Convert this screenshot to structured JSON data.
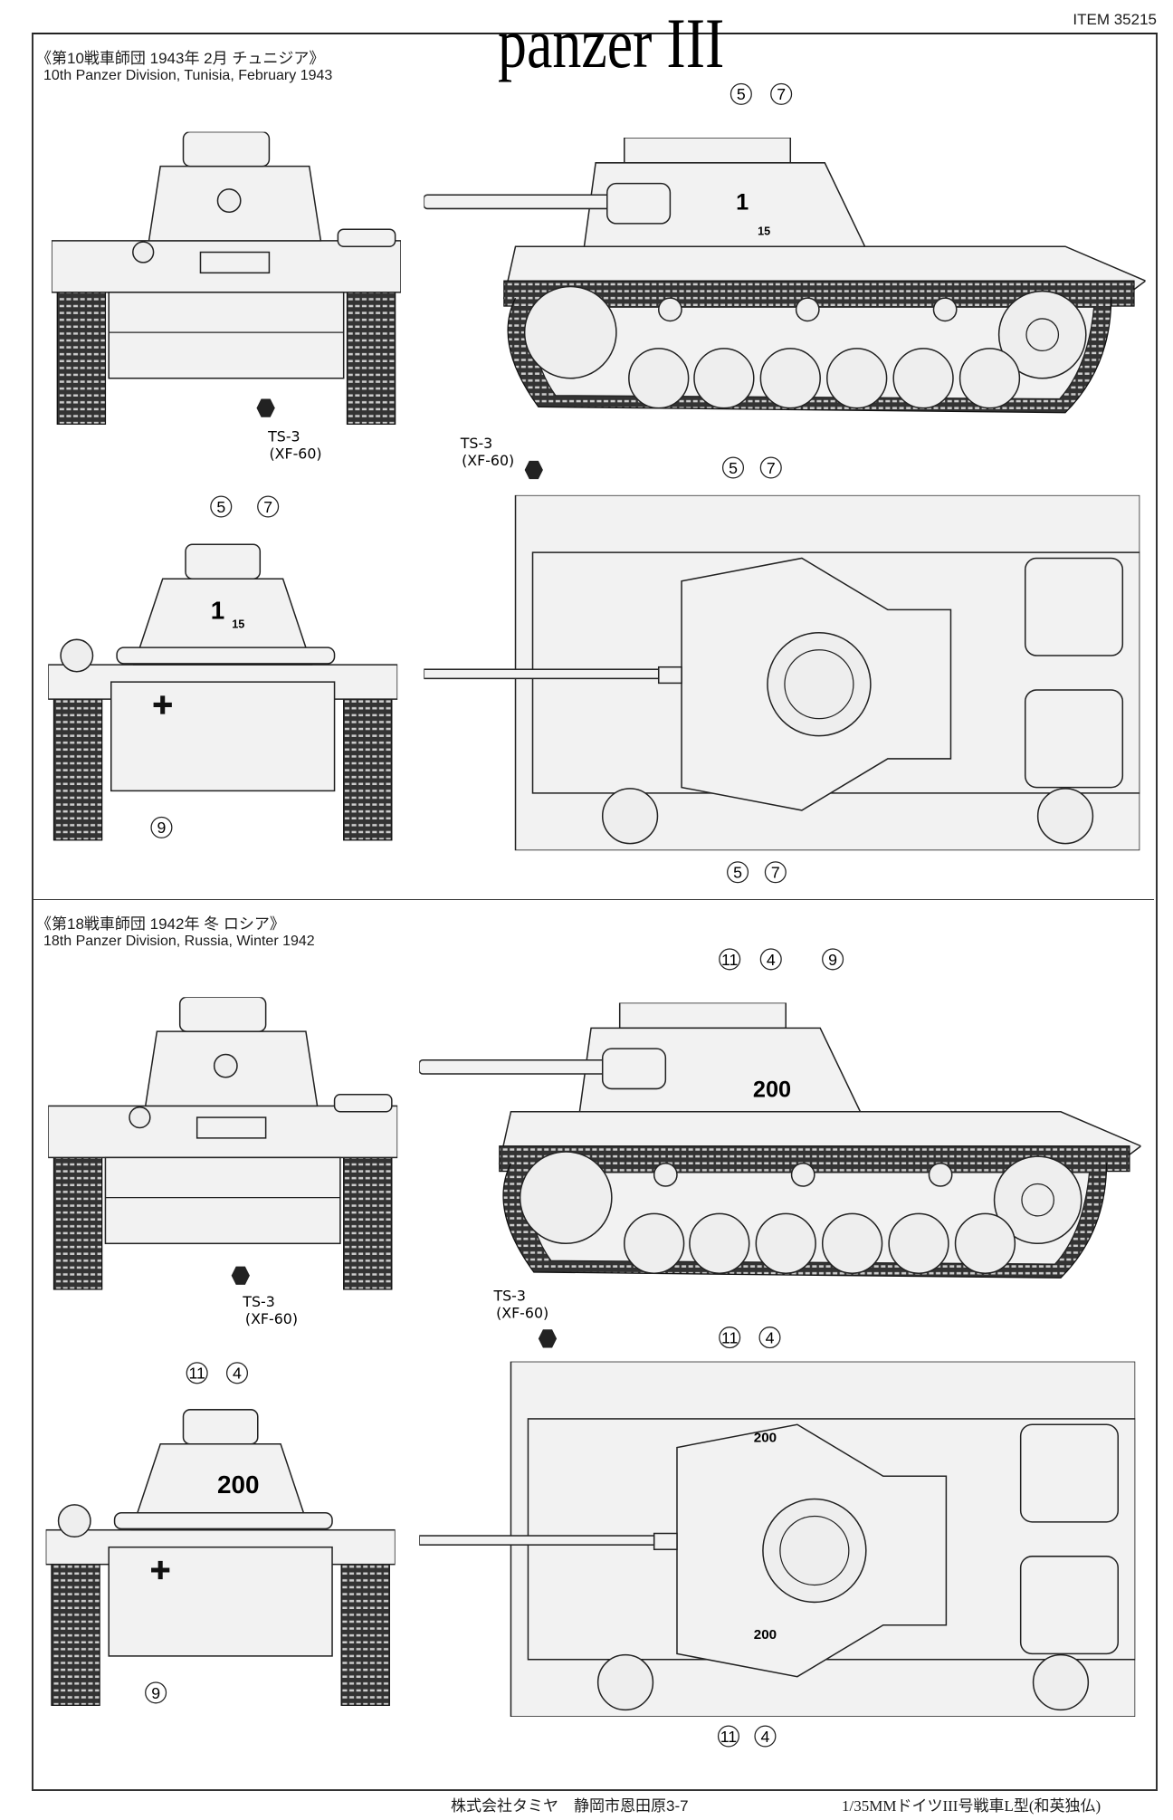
{
  "header": {
    "item": "ITEM 35215",
    "title": "panzer III"
  },
  "sections": [
    {
      "heading_jp": "《第10戦車師団 1943年 2月 チュニジア》",
      "heading_en": "10th Panzer Division, Tunisia, February 1943",
      "paint": {
        "code": "TS-3",
        "ref": "(XF-60)"
      },
      "side_callouts": [
        "5",
        "7"
      ],
      "rear_callouts": [
        "5",
        "7",
        "9"
      ],
      "top_callouts": [
        "5",
        "7",
        "5",
        "7"
      ],
      "markings": {
        "turret_number": "1",
        "hull_number": "15"
      }
    },
    {
      "heading_jp": "《第18戦車師団 1942年 冬 ロシア》",
      "heading_en": "18th Panzer Division, Russia, Winter 1942",
      "paint": {
        "code": "TS-3",
        "ref": "(XF-60)"
      },
      "side_callouts": [
        "11",
        "4",
        "9"
      ],
      "rear_callouts": [
        "11",
        "4",
        "9"
      ],
      "top_callouts": [
        "11",
        "4",
        "11",
        "4"
      ],
      "markings": {
        "turret_number": "200"
      }
    }
  ],
  "footer": {
    "company": "株式会社タミヤ　静岡市恩田原3-7",
    "model": "1/35MMドイツIII号戦車L型(和英独仏)"
  }
}
